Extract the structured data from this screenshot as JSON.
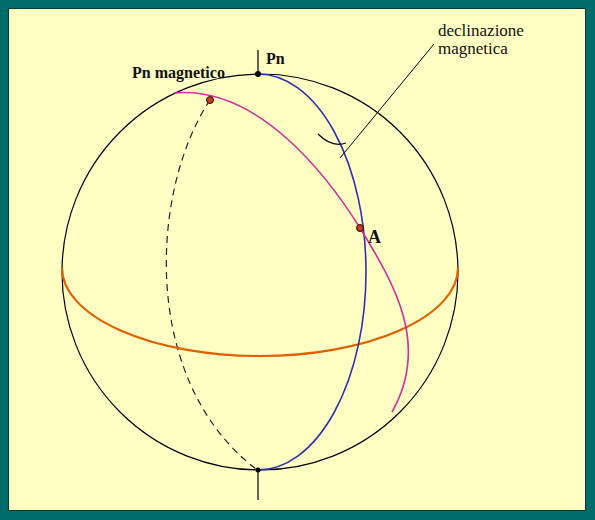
{
  "diagram": {
    "labels": [
      "Pn magnetico",
      "Pn",
      "declinazione magnetica",
      "A"
    ]
  }
}
